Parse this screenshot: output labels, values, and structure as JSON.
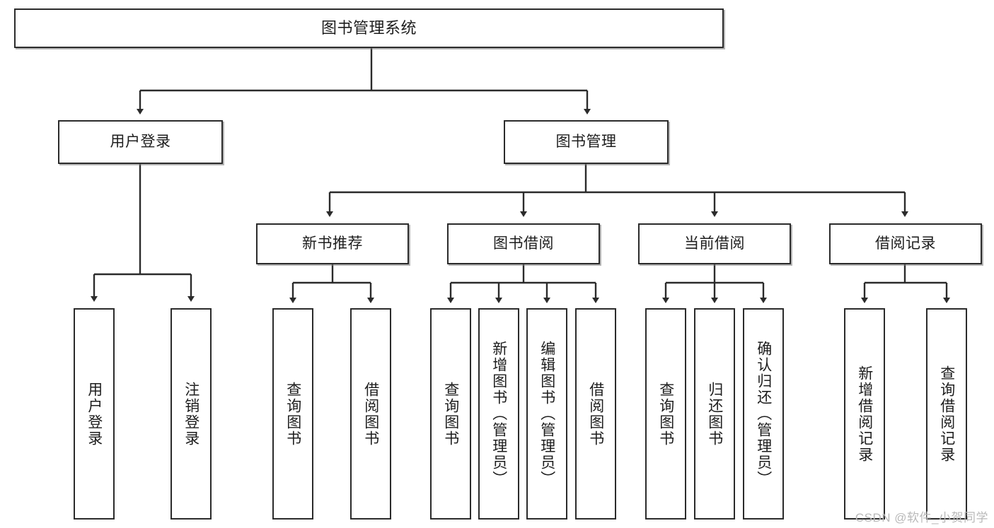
{
  "diagram": {
    "title": "图书管理系统",
    "type": "tree",
    "watermark": "CSDN @软件_小贺同学",
    "colors": {
      "stroke": "#2b2b2b",
      "fill": "#ffffff",
      "text": "#1d1d1d",
      "watermark": "#b9b9b9"
    },
    "nodes": {
      "root": {
        "label": "图书管理系统"
      },
      "level2": [
        {
          "id": "user-login",
          "label": "用户登录"
        },
        {
          "id": "book-manage",
          "label": "图书管理"
        }
      ],
      "level3": [
        {
          "id": "new-book-recommend",
          "label": "新书推荐"
        },
        {
          "id": "book-borrow",
          "label": "图书借阅"
        },
        {
          "id": "current-borrow",
          "label": "当前借阅"
        },
        {
          "id": "borrow-record",
          "label": "借阅记录"
        }
      ],
      "leaves": {
        "user-login": [
          {
            "id": "leaf-user-login",
            "label": "用户登录"
          },
          {
            "id": "leaf-logout-login",
            "label": "注销登录"
          }
        ],
        "new-book-recommend": [
          {
            "id": "leaf-query-book-1",
            "label": "查询图书"
          },
          {
            "id": "leaf-borrow-book-1",
            "label": "借阅图书"
          }
        ],
        "book-borrow": [
          {
            "id": "leaf-query-book-2",
            "label": "查询图书"
          },
          {
            "id": "leaf-add-book-admin",
            "label": "新增图书（管理员）"
          },
          {
            "id": "leaf-edit-book-admin",
            "label": "编辑图书（管理员）"
          },
          {
            "id": "leaf-borrow-book-2",
            "label": "借阅图书"
          }
        ],
        "current-borrow": [
          {
            "id": "leaf-query-book-3",
            "label": "查询图书"
          },
          {
            "id": "leaf-return-book",
            "label": "归还图书"
          },
          {
            "id": "leaf-confirm-return-admin",
            "label": "确认归还（管理员）"
          }
        ],
        "borrow-record": [
          {
            "id": "leaf-add-borrow-record",
            "label": "新增借阅记录"
          },
          {
            "id": "leaf-query-borrow-record",
            "label": "查询借阅记录"
          }
        ]
      }
    }
  }
}
